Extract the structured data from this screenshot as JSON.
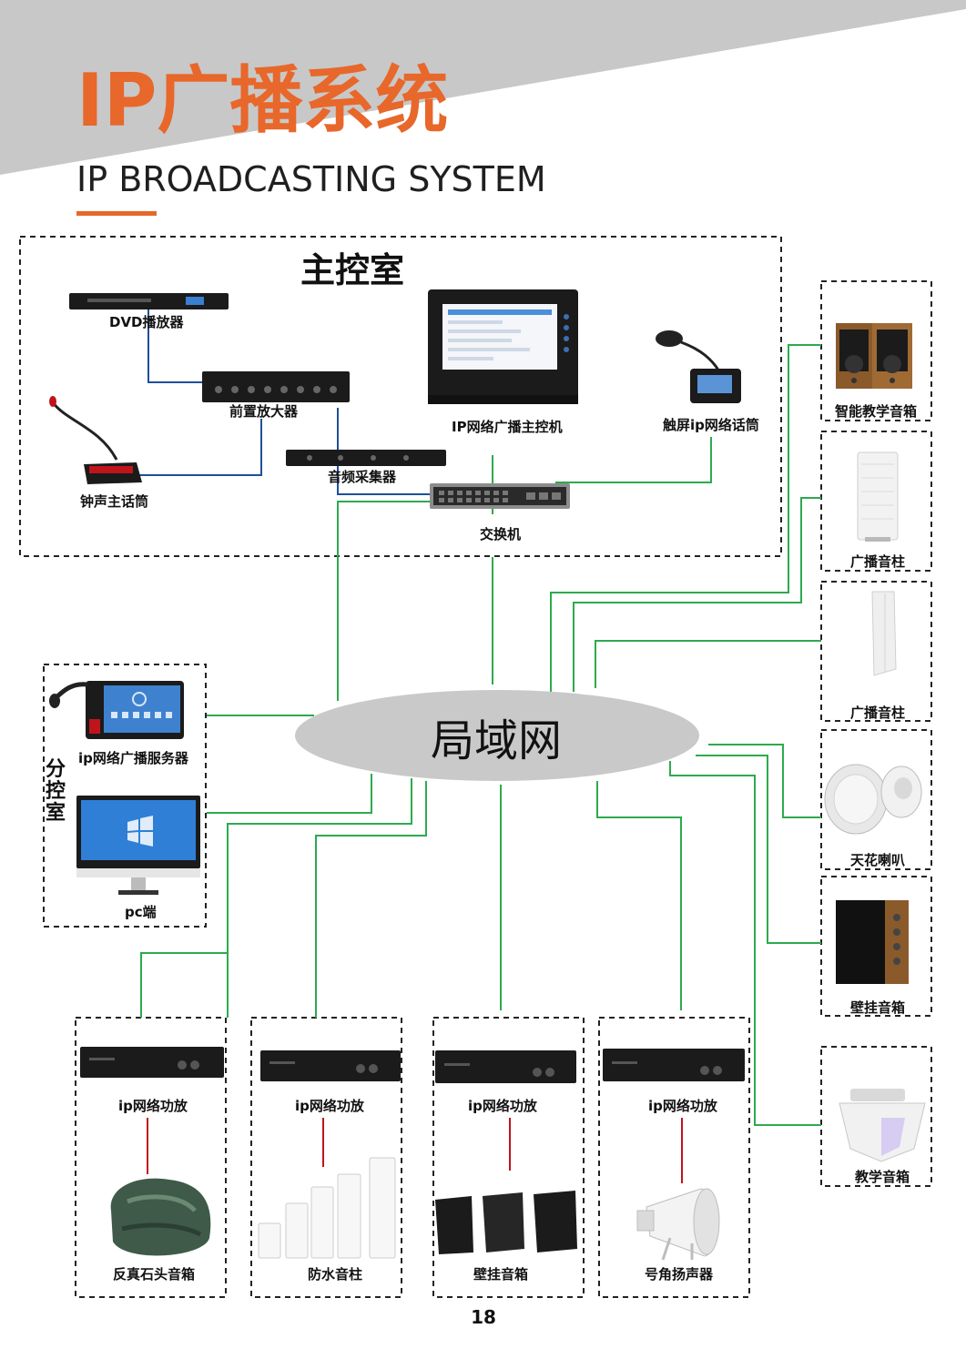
{
  "header": {
    "title": "IP广播系统",
    "subtitle": "IP BROADCASTING SYSTEM"
  },
  "colors": {
    "accent": "#e8672a",
    "banner": "#c8c8c8",
    "wire_green": "#2eaa4e",
    "wire_blue": "#1f4f9a",
    "wire_red": "#c0141c",
    "lan_ellipse": "#c9c9c9",
    "device": "#1b1b1b"
  },
  "main_room": {
    "title": "主控室",
    "devices": {
      "dvd": "DVD播放器",
      "preamp": "前置放大器",
      "host": "IP网络广播主控机",
      "touch_mic": "触屏ip网络话筒",
      "audio_capture": "音频采集器",
      "chime_mic": "钟声主话筒",
      "switch": "交换机"
    }
  },
  "lan": {
    "label": "局域网"
  },
  "sub_room": {
    "title": "分控室",
    "devices": {
      "server": "ip网络广播服务器",
      "pc": "pc端"
    }
  },
  "right_column": [
    {
      "label": "智能教学音箱",
      "icon": "bookshelf-speakers-icon"
    },
    {
      "label": "广播音柱",
      "icon": "column-speaker-icon"
    },
    {
      "label": "广播音柱",
      "icon": "tall-column-speaker-icon"
    },
    {
      "label": "天花喇叭",
      "icon": "ceiling-speaker-icon"
    },
    {
      "label": "壁挂音箱",
      "icon": "wall-speaker-icon"
    },
    {
      "label": "教学音箱",
      "icon": "teaching-speaker-icon"
    }
  ],
  "bottom_row": [
    {
      "amp": "ip网络功放",
      "speaker": "反真石头音箱",
      "icon": "rock-speaker-icon"
    },
    {
      "amp": "ip网络功放",
      "speaker": "防水音柱",
      "icon": "waterproof-columns-icon"
    },
    {
      "amp": "ip网络功放",
      "speaker": "壁挂音箱",
      "icon": "wall-speakers-icon"
    },
    {
      "amp": "ip网络功放",
      "speaker": "号角扬声器",
      "icon": "horn-speaker-icon"
    }
  ],
  "page_number": "18"
}
